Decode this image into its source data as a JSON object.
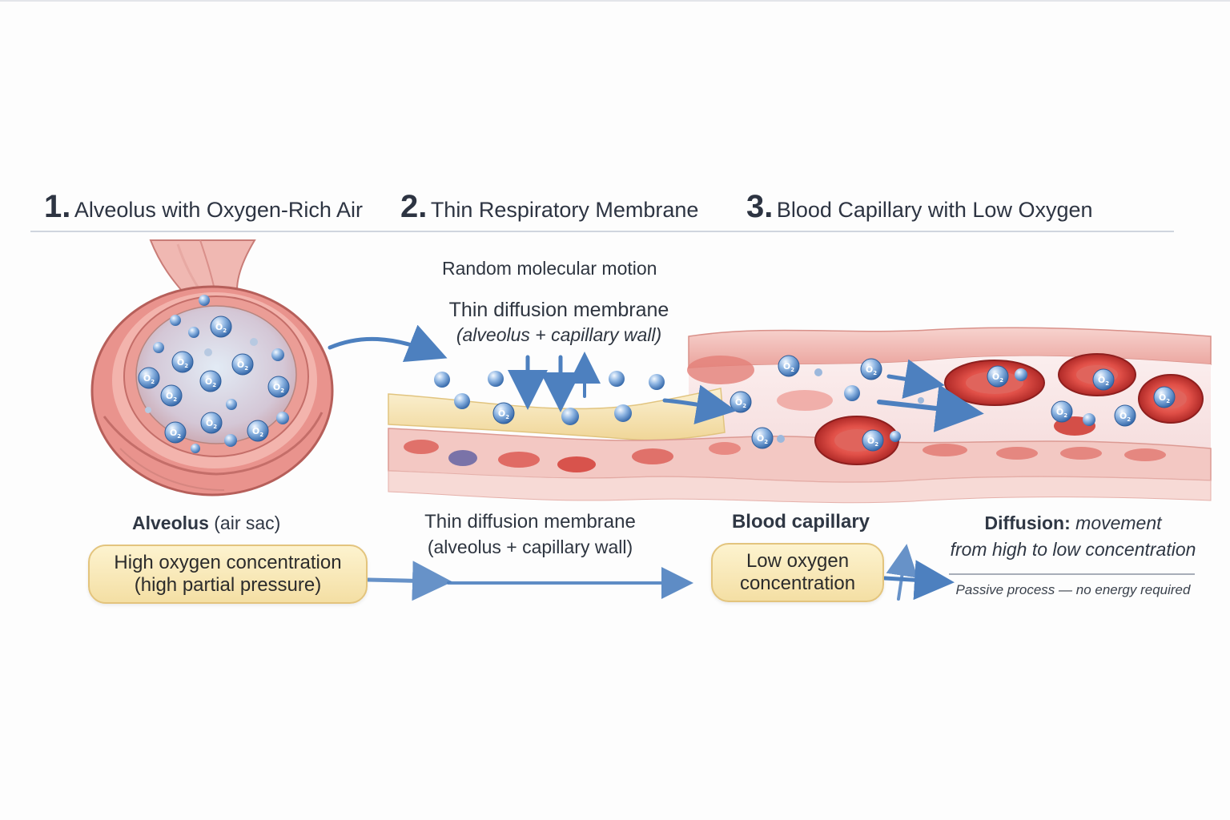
{
  "headings": [
    {
      "num": "1.",
      "text": "Alveolus with Oxygen-Rich Air"
    },
    {
      "num": "2.",
      "text": "Thin Respiratory Membrane"
    },
    {
      "num": "3.",
      "text": "Blood Capillary with Low Oxygen"
    }
  ],
  "membrane_top": {
    "motion": "Random molecular motion",
    "title": "Thin diffusion membrane",
    "subtitle": "(alveolus + capillary wall)"
  },
  "alveolus_label": {
    "bold": "Alveolus",
    "rest": " (air sac)"
  },
  "high_pill": {
    "line1": "High oxygen concentration",
    "line2": "(high partial pressure)"
  },
  "membrane_bottom": {
    "title": "Thin diffusion membrane",
    "subtitle": "(alveolus + capillary wall)"
  },
  "capillary_label": "Blood capillary",
  "low_pill": {
    "line1": "Low oxygen",
    "line2": "concentration"
  },
  "diffusion": {
    "bold": "Diffusion:",
    "rest": " movement",
    "line2": "from high to low concentration",
    "note": "Passive process — no energy required"
  },
  "molecule_label": "O",
  "molecule_sub": "2",
  "colors": {
    "arrow": "#4d80bf",
    "tissue": "#e69a94",
    "rbc": "#c8433f",
    "membrane_yellow": "#f7e6b4",
    "pill": "#f7e6b0"
  }
}
